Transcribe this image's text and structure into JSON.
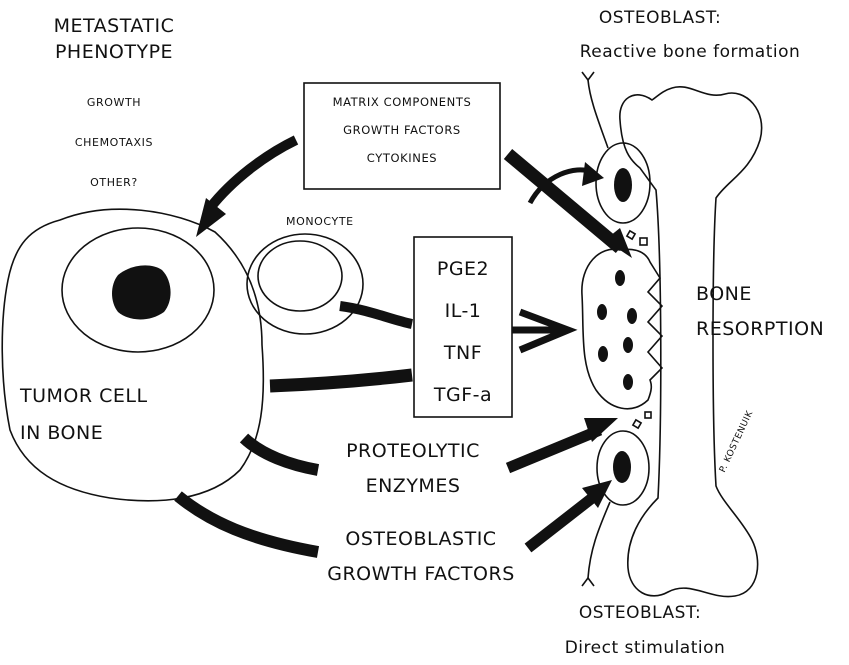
{
  "metastatic": {
    "title_line1": "METASTATIC",
    "title_line2": "PHENOTYPE",
    "items": [
      "GROWTH",
      "CHEMOTAXIS",
      "OTHER?"
    ]
  },
  "osteoblast_top": {
    "title": "OSTEOBLAST:",
    "subtitle": "Reactive bone formation"
  },
  "osteoblast_bottom": {
    "title": "OSTEOBLAST:",
    "subtitle": "Direct stimulation"
  },
  "bone_box": {
    "items": [
      "MATRIX COMPONENTS",
      "GROWTH FACTORS",
      "CYTOKINES"
    ]
  },
  "monocyte_label": "MONOCYTE",
  "mediators": [
    "PGE2",
    "IL-1",
    "TNF",
    "TGF-a"
  ],
  "tumor_cell": {
    "line1": "TUMOR CELL",
    "line2": "IN BONE"
  },
  "bone_resorption": {
    "line1": "BONE",
    "line2": "RESORPTION"
  },
  "proteolytic": {
    "line1": "PROTEOLYTIC",
    "line2": "ENZYMES"
  },
  "osteoblastic_gf": {
    "line1": "OSTEOBLASTIC",
    "line2": "GROWTH FACTORS"
  },
  "signature": "P. KOSTENUIK",
  "colors": {
    "ink": "#111111",
    "background": "#ffffff"
  }
}
